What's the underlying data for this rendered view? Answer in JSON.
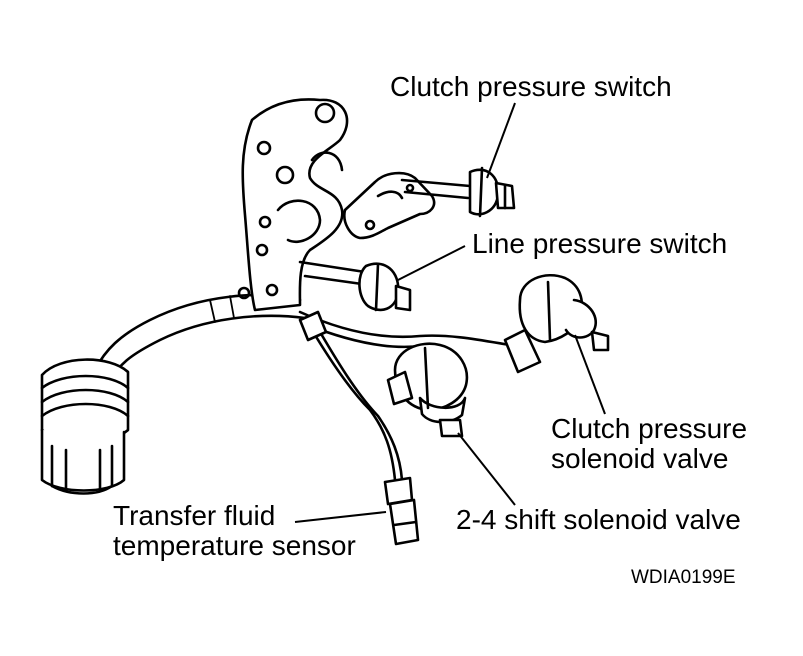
{
  "labels": {
    "clutch_pressure_switch": "Clutch pressure switch",
    "line_pressure_switch": "Line pressure switch",
    "clutch_pressure_solenoid_line1": "Clutch pressure",
    "clutch_pressure_solenoid_line2": "solenoid valve",
    "shift_solenoid": "2-4 shift solenoid valve",
    "transfer_fluid_line1": "Transfer fluid",
    "transfer_fluid_line2": "temperature sensor"
  },
  "figure_code": "WDIA0199E",
  "colors": {
    "ink": "#000000",
    "background": "#ffffff"
  }
}
